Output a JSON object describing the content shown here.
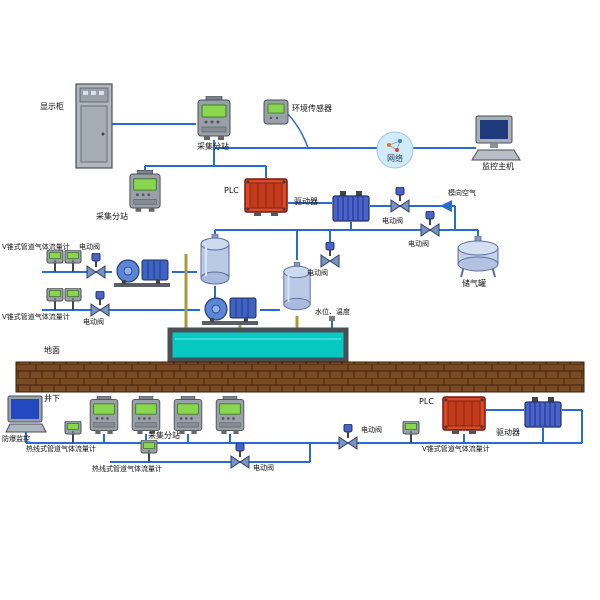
{
  "diagram": {
    "labels": {
      "display_cabinet": "显示柜",
      "substation_top": "采集分站",
      "substation_2": "采集分站",
      "env_sensor": "环境传感器",
      "network": "网络",
      "monitor_host": "监控主机",
      "plc_top": "PLC",
      "driver_top": "驱动器",
      "air_inlet": "模向空气",
      "valve_a": "电动阀",
      "valve_b": "电动阀",
      "gas_tank": "储气罐",
      "vcone_1": "V锥式管道气体流量计",
      "valve_c": "电动阀",
      "vcone_2": "V锥式管道气体流量计",
      "valve_d": "电动阀",
      "valve_e": "电动阀",
      "water_temp": "水位、温度",
      "ground": "地面",
      "underground": "井下",
      "explosion_monitor": "防爆监控",
      "substation_bottom": "采集分站",
      "hotwire_1": "热线式管道气体流量计",
      "hotwire_2": "热线式管道气体流量计",
      "valve_f": "电动阀",
      "valve_g": "电动阀",
      "plc_bottom": "PLC",
      "driver_bottom": "驱动器",
      "vcone_3": "V锥式管道气体流量计"
    },
    "colors": {
      "line_blue": "#2a6bd2",
      "plc_red": "#d84a28",
      "driver_blue": "#4a63c8",
      "device_gray": "#9aa0a8",
      "screen_green": "#8ad64e",
      "water_cyan": "#06c9c4",
      "brick_brown": "#7a4a22",
      "tank_blue": "#b9c9e6",
      "pipe_yellow": "#a89c3a",
      "network_fill": "#d2ebf8"
    }
  }
}
